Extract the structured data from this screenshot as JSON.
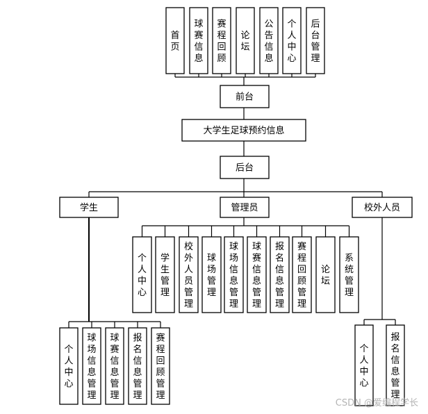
{
  "diagram": {
    "frontend_modules": [
      "首页",
      "球赛信息",
      "赛程回顾",
      "论坛",
      "公告信息",
      "个人中心",
      "后台管理"
    ],
    "frontend_label": "前台",
    "system_label": "大学生足球预约信息",
    "backend_label": "后台",
    "roles": {
      "student": "学生",
      "admin": "管理员",
      "outsider": "校外人员"
    },
    "admin_modules": [
      "个人中心",
      "学生管理",
      "校外人员管理",
      "球场管理",
      "球场信息管理",
      "球赛信息管理",
      "报名信息管理",
      "赛程回顾管理",
      "论坛",
      "系统管理"
    ],
    "student_modules": [
      "个人中心",
      "球场信息管理",
      "球赛信息管理",
      "报名信息管理",
      "赛程回顾管理"
    ],
    "outsider_modules": [
      "个人中心",
      "报名信息管理"
    ]
  },
  "watermark": "CSDN @爱编程学长"
}
